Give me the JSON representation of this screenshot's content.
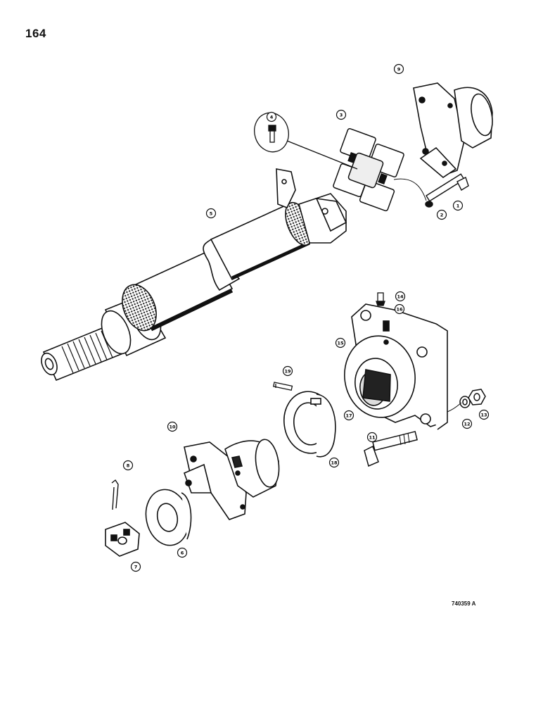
{
  "page": {
    "number": "164",
    "drawing_id": "740359 A"
  },
  "callouts": [
    "1",
    "2",
    "3",
    "4",
    "5",
    "6",
    "7",
    "8",
    "9",
    "10",
    "11",
    "12",
    "13",
    "14",
    "15",
    "16",
    "17",
    "18",
    "19"
  ],
  "colors": {
    "ink": "#111111",
    "paper": "#ffffff",
    "shade": "#2a2a2a"
  }
}
